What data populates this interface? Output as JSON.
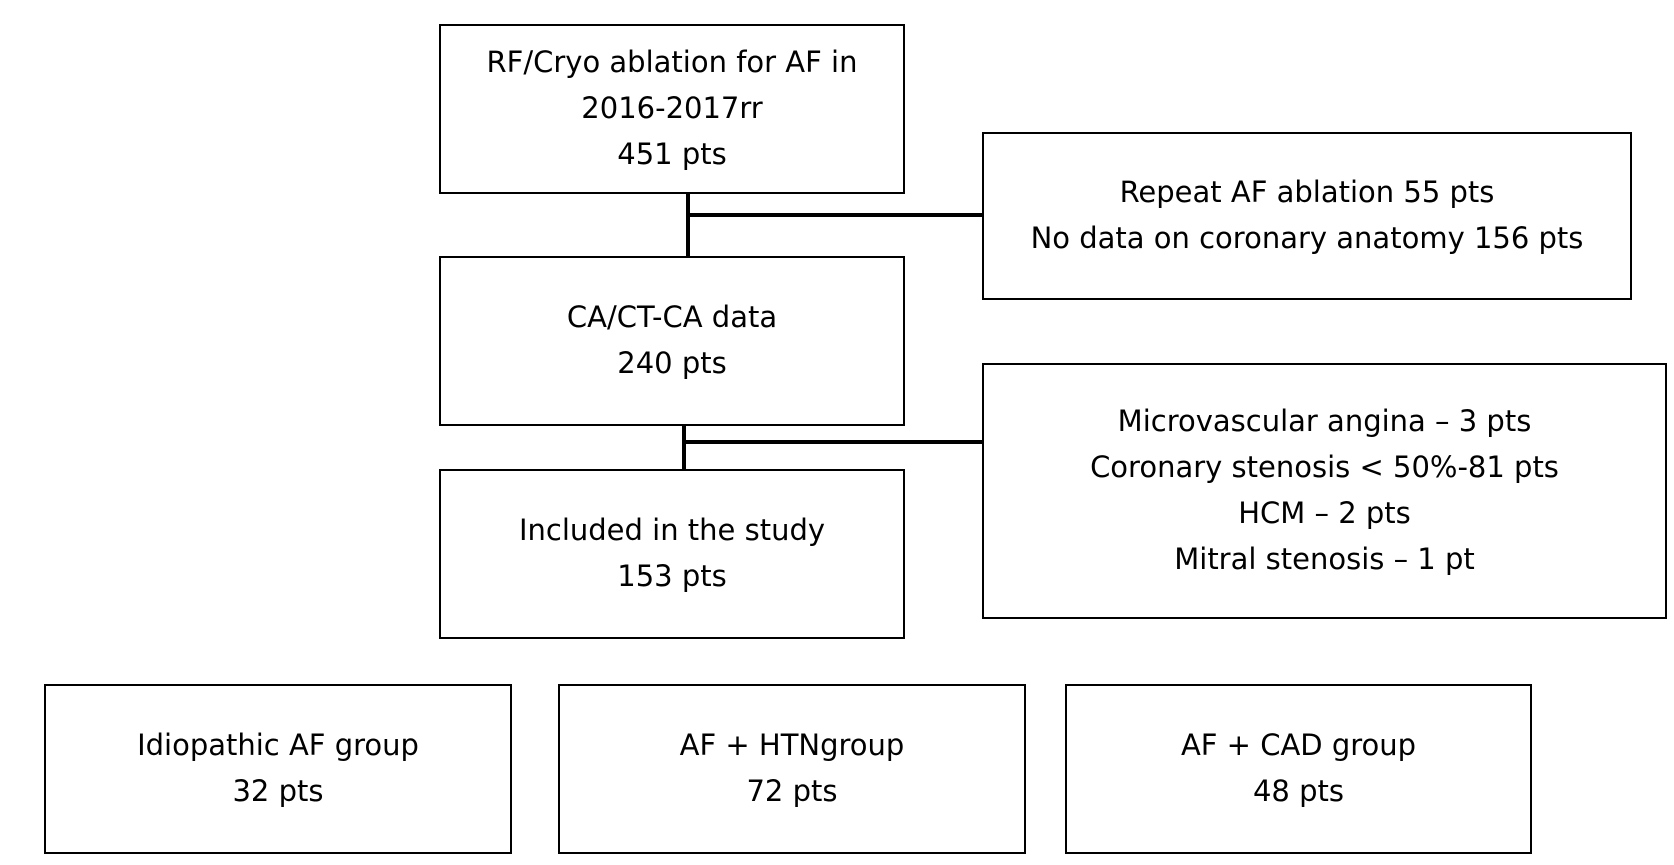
{
  "flow": {
    "start": {
      "lines": [
        "RF/Cryo ablation for AF in",
        "2016-2017rr",
        "451 pts"
      ]
    },
    "data_step": {
      "lines": [
        "CA/CT-CA data",
        "240 pts"
      ]
    },
    "included": {
      "lines": [
        "Included in the study",
        "153 pts"
      ]
    }
  },
  "exclusions": {
    "first": {
      "lines": [
        "Repeat AF ablation 55 pts",
        "No data on coronary anatomy 156 pts"
      ]
    },
    "second": {
      "lines": [
        "Microvascular angina – 3 pts",
        "Coronary stenosis < 50%-81 pts",
        "HCM – 2 pts",
        "Mitral stenosis – 1 pt"
      ]
    }
  },
  "groups": [
    {
      "lines": [
        "Idiopathic AF group",
        "32 pts"
      ]
    },
    {
      "lines": [
        "AF + HTNgroup",
        "72 pts"
      ]
    },
    {
      "lines": [
        "AF + CAD group",
        "48 pts"
      ]
    }
  ]
}
